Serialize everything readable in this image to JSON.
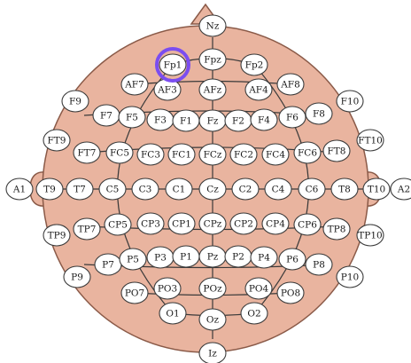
{
  "diagram": {
    "colors": {
      "head_fill": "#e9b49f",
      "head_stroke": "#8a5a48",
      "electrode_fill": "#ffffff",
      "electrode_stroke": "#3a3a3a",
      "highlight": "#7b4df0"
    },
    "highlighted_electrode": "Fp1",
    "electrodes": [
      {
        "id": "nz",
        "label": "Nz"
      },
      {
        "id": "fp1",
        "label": "Fp1"
      },
      {
        "id": "fpz",
        "label": "Fpz"
      },
      {
        "id": "fp2",
        "label": "Fp2"
      },
      {
        "id": "af7",
        "label": "AF7"
      },
      {
        "id": "af3",
        "label": "AF3"
      },
      {
        "id": "afz",
        "label": "AFz"
      },
      {
        "id": "af4",
        "label": "AF4"
      },
      {
        "id": "af8",
        "label": "AF8"
      },
      {
        "id": "f9",
        "label": "F9"
      },
      {
        "id": "f7",
        "label": "F7"
      },
      {
        "id": "f5",
        "label": "F5"
      },
      {
        "id": "f3",
        "label": "F3"
      },
      {
        "id": "f1",
        "label": "F1"
      },
      {
        "id": "fz",
        "label": "Fz"
      },
      {
        "id": "f2",
        "label": "F2"
      },
      {
        "id": "f4",
        "label": "F4"
      },
      {
        "id": "f6",
        "label": "F6"
      },
      {
        "id": "f8",
        "label": "F8"
      },
      {
        "id": "f10",
        "label": "F10"
      },
      {
        "id": "ft9",
        "label": "FT9"
      },
      {
        "id": "ft7",
        "label": "FT7"
      },
      {
        "id": "fc5",
        "label": "FC5"
      },
      {
        "id": "fc3",
        "label": "FC3"
      },
      {
        "id": "fc1",
        "label": "FC1"
      },
      {
        "id": "fcz",
        "label": "FCz"
      },
      {
        "id": "fc2",
        "label": "FC2"
      },
      {
        "id": "fc4",
        "label": "FC4"
      },
      {
        "id": "fc6",
        "label": "FC6"
      },
      {
        "id": "ft8",
        "label": "FT8"
      },
      {
        "id": "ft10",
        "label": "FT10"
      },
      {
        "id": "a1",
        "label": "A1"
      },
      {
        "id": "t9",
        "label": "T9"
      },
      {
        "id": "t7",
        "label": "T7"
      },
      {
        "id": "c5",
        "label": "C5"
      },
      {
        "id": "c3",
        "label": "C3"
      },
      {
        "id": "c1",
        "label": "C1"
      },
      {
        "id": "cz",
        "label": "Cz"
      },
      {
        "id": "c2",
        "label": "C2"
      },
      {
        "id": "c4",
        "label": "C4"
      },
      {
        "id": "c6",
        "label": "C6"
      },
      {
        "id": "t8",
        "label": "T8"
      },
      {
        "id": "t10",
        "label": "T10"
      },
      {
        "id": "a2",
        "label": "A2"
      },
      {
        "id": "tp9",
        "label": "TP9"
      },
      {
        "id": "tp7",
        "label": "TP7"
      },
      {
        "id": "cp5",
        "label": "CP5"
      },
      {
        "id": "cp3",
        "label": "CP3"
      },
      {
        "id": "cp1",
        "label": "CP1"
      },
      {
        "id": "cpz",
        "label": "CPz"
      },
      {
        "id": "cp2",
        "label": "CP2"
      },
      {
        "id": "cp4",
        "label": "CP4"
      },
      {
        "id": "cp6",
        "label": "CP6"
      },
      {
        "id": "tp8",
        "label": "TP8"
      },
      {
        "id": "tp10",
        "label": "TP10"
      },
      {
        "id": "p9",
        "label": "P9"
      },
      {
        "id": "p7",
        "label": "P7"
      },
      {
        "id": "p5",
        "label": "P5"
      },
      {
        "id": "p3",
        "label": "P3"
      },
      {
        "id": "p1",
        "label": "P1"
      },
      {
        "id": "pz",
        "label": "Pz"
      },
      {
        "id": "p2",
        "label": "P2"
      },
      {
        "id": "p4",
        "label": "P4"
      },
      {
        "id": "p6",
        "label": "P6"
      },
      {
        "id": "p8",
        "label": "P8"
      },
      {
        "id": "p10",
        "label": "P10"
      },
      {
        "id": "po7",
        "label": "PO7"
      },
      {
        "id": "po3",
        "label": "PO3"
      },
      {
        "id": "poz",
        "label": "POz"
      },
      {
        "id": "po4",
        "label": "PO4"
      },
      {
        "id": "po8",
        "label": "PO8"
      },
      {
        "id": "o1",
        "label": "O1"
      },
      {
        "id": "oz",
        "label": "Oz"
      },
      {
        "id": "o2",
        "label": "O2"
      },
      {
        "id": "iz",
        "label": "Iz"
      }
    ]
  }
}
